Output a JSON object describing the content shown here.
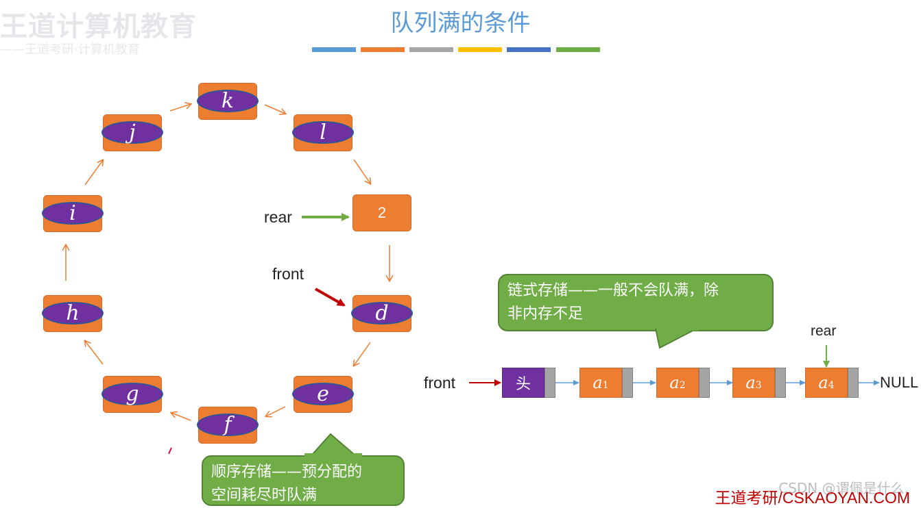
{
  "header": {
    "logo_main": "王道计算机教育",
    "logo_sub": "——王道考研·计算机教育",
    "title": "队列满的条件",
    "color_bars": [
      "#5b9bd5",
      "#ed7d31",
      "#a5a5a5",
      "#ffc000",
      "#4472c4",
      "#70ad47"
    ]
  },
  "circular_queue": {
    "nodes": [
      "k",
      "l",
      "2",
      "d",
      "e",
      "f",
      "g",
      "h",
      "i",
      "j"
    ],
    "rear_label": "rear",
    "front_label": "front",
    "bubble_line1": "顺序存储——预分配的",
    "bubble_line2": "空间耗尽时队满"
  },
  "linked_queue": {
    "bubble_line1": "链式存储——一般不会队满，除",
    "bubble_line2": "非内存不足",
    "front_label": "front",
    "rear_label": "rear",
    "head_label": "头",
    "items": [
      {
        "letter": "a",
        "sub": "1"
      },
      {
        "letter": "a",
        "sub": "2"
      },
      {
        "letter": "a",
        "sub": "3"
      },
      {
        "letter": "a",
        "sub": "4"
      }
    ],
    "null_label": "NULL"
  },
  "footer": {
    "watermark": "CSDN @谓佩是什么.",
    "brand": "王道考研/CSKAOYAN.COM"
  },
  "colors": {
    "node_orange": "#ed7d31",
    "ellipse_purple": "#7030a0",
    "bubble_green": "#70ad47",
    "title_blue": "#5b9bd5",
    "arrow_orange": "#ed7d31",
    "rear_arrow_green": "#70ad47",
    "front_arrow_red": "#c00000",
    "brand_red": "#c00000"
  }
}
